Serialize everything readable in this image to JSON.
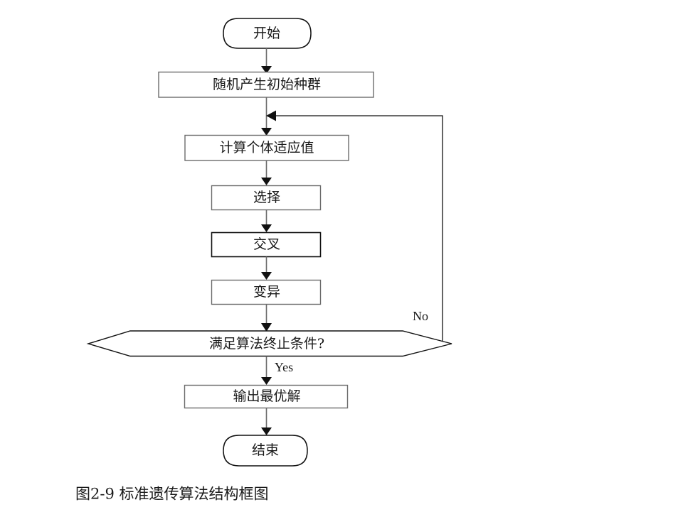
{
  "figure": {
    "caption": "图2-9  标准遗传算法结构框图",
    "background_color": "#ffffff",
    "line_color": "#6b6b6b",
    "dark_line_color": "#111111",
    "text_color": "#1a1a1a"
  },
  "nodes": {
    "start": {
      "label": "开始",
      "shape": "terminal"
    },
    "init_population": {
      "label": "随机产生初始种群",
      "shape": "process"
    },
    "fitness": {
      "label": "计算个体适应值",
      "shape": "process"
    },
    "selection": {
      "label": "选择",
      "shape": "process"
    },
    "crossover": {
      "label": "交叉",
      "shape": "process"
    },
    "mutation": {
      "label": "变异",
      "shape": "process"
    },
    "decision": {
      "label": "满足算法终止条件?",
      "shape": "decision"
    },
    "output": {
      "label": "输出最优解",
      "shape": "process"
    },
    "end": {
      "label": "结束",
      "shape": "terminal"
    }
  },
  "edge_labels": {
    "no": "No",
    "yes": "Yes"
  }
}
